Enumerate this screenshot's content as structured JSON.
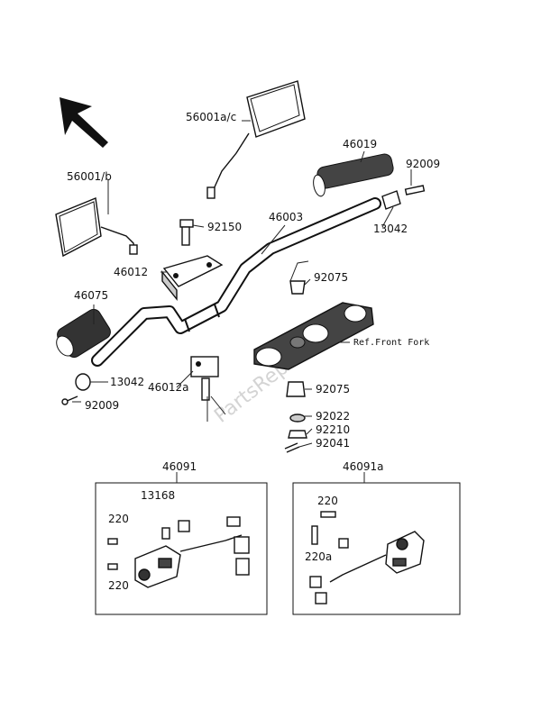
{
  "labels": {
    "p56001ac": "56001a/c",
    "p56001b": "56001/b",
    "p46019": "46019",
    "p92009_top": "92009",
    "p46003": "46003",
    "p13042_top": "13042",
    "p92150": "92150",
    "p46012": "46012",
    "p92075_top": "92075",
    "p46075": "46075",
    "ref_front_fork": "Ref.Front Fork",
    "p13042_left": "13042",
    "p46012a": "46012a",
    "p92009_left": "92009",
    "p92075_bottom": "92075",
    "p92022": "92022",
    "p92210": "92210",
    "p92041": "92041",
    "box_left_title": "46091",
    "p13168": "13168",
    "p220_a": "220",
    "p220_b": "220",
    "box_right_title": "46091a",
    "p220_c": "220",
    "p220a": "220a"
  },
  "watermark": "PartsRepublik",
  "colors": {
    "ink": "#111111",
    "watermark": "#d4d4d4",
    "background": "#ffffff"
  }
}
